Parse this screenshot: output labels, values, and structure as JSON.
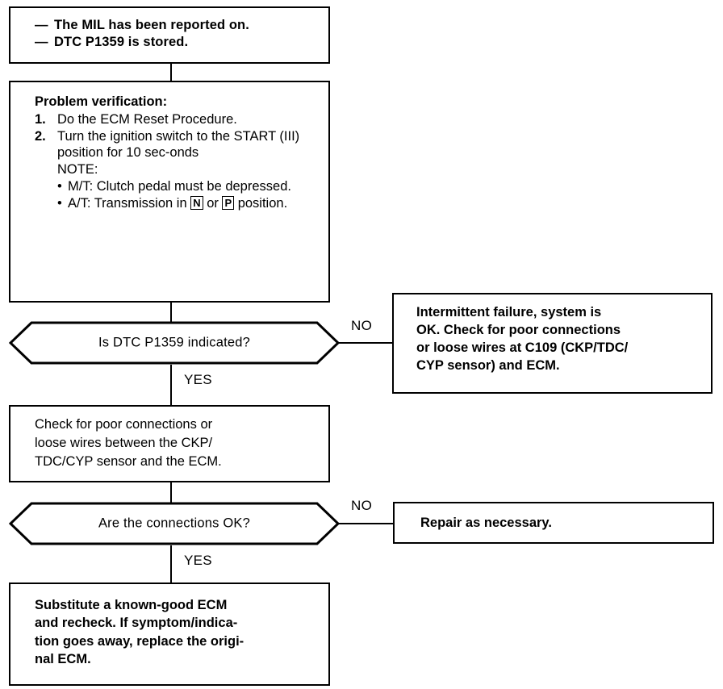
{
  "diagram": {
    "type": "troubleshooting-flowchart",
    "title": "DTC P1359 Troubleshooting Flowchart",
    "colors": {
      "line": "#000000",
      "background": "#ffffff",
      "text": "#000000"
    }
  },
  "symptom_box": {
    "name": "symptom-box",
    "dash": "—",
    "lines": [
      "The MIL has been reported on.",
      "DTC P1359 is stored."
    ]
  },
  "verification_box": {
    "name": "problem-verification-box",
    "heading": "Problem verification:",
    "steps": [
      {
        "num": "1.",
        "text": "Do the ECM Reset Procedure."
      },
      {
        "num": "2.",
        "text": "Turn the ignition switch to the START (III) position for 10 sec-onds"
      }
    ],
    "note_label": "NOTE:",
    "bullet": "•",
    "notes": [
      {
        "pre": "M/T: Clutch pedal must be depressed.",
        "boxes": []
      },
      {
        "pre": "A/T: Transmission in ",
        "box1": "N",
        "mid": " or ",
        "box2": "P",
        "post": " position."
      }
    ]
  },
  "decision1": {
    "name": "decision-dtc-indicated",
    "question": "Is DTC P1359 indicated?",
    "no_label": "NO",
    "yes_label": "YES"
  },
  "intermittent_box": {
    "name": "intermittent-failure-box",
    "text": "Intermittent failure, system is OK. Check for poor connections or loose wires at C109 (CKP/TDC/ CYP sensor) and ECM.",
    "lines": [
      "Intermittent failure, system is",
      "OK. Check for poor connections",
      "or loose wires at C109 (CKP/TDC/",
      "CYP sensor) and ECM."
    ]
  },
  "check_box": {
    "name": "check-connections-box",
    "lines": [
      "Check for poor connections or",
      "loose wires between the CKP/",
      "TDC/CYP sensor and the ECM."
    ]
  },
  "decision2": {
    "name": "decision-connections-ok",
    "question": "Are the connections OK?",
    "no_label": "NO",
    "yes_label": "YES"
  },
  "repair_box": {
    "name": "repair-box",
    "text": "Repair as necessary."
  },
  "substitute_box": {
    "name": "substitute-ecm-box",
    "lines": [
      "Substitute a known-good ECM",
      "and recheck. If symptom/indica-",
      "tion goes away, replace the origi-",
      "nal ECM."
    ]
  }
}
